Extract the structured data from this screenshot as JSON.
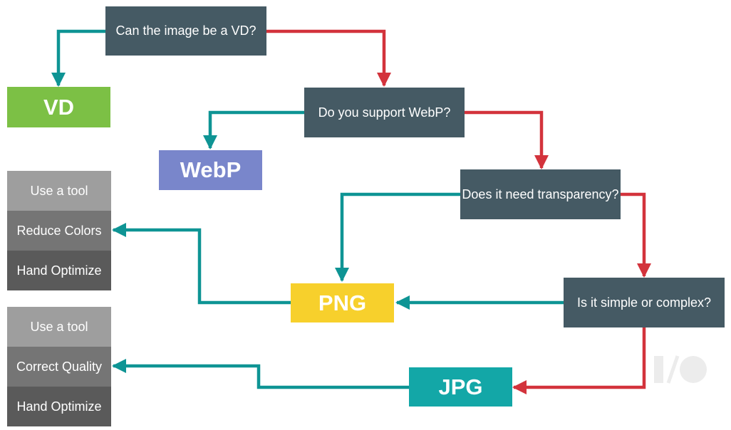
{
  "questions": {
    "vd": "Can the image be a VD?",
    "webp": "Do you support WebP?",
    "transparency": "Does it need transparency?",
    "complexity": "Is it simple or complex?"
  },
  "results": {
    "vd": "VD",
    "webp": "WebP",
    "png": "PNG",
    "jpg": "JPG"
  },
  "png_steps": [
    "Use a tool",
    "Reduce Colors",
    "Hand Optimize"
  ],
  "jpg_steps": [
    "Use a tool",
    "Correct Quality",
    "Hand Optimize"
  ],
  "colors": {
    "question_box": "#455a64",
    "yes_arrow": "#0e9494",
    "no_arrow": "#d3333c",
    "vd": "#7cc045",
    "webp": "#7986cb",
    "png": "#f7d02c",
    "jpg": "#13a7a7",
    "step_light": "#9e9e9e",
    "step_mid": "#757575",
    "step_dark": "#5a5a5a"
  },
  "logo": "google-io-logo"
}
